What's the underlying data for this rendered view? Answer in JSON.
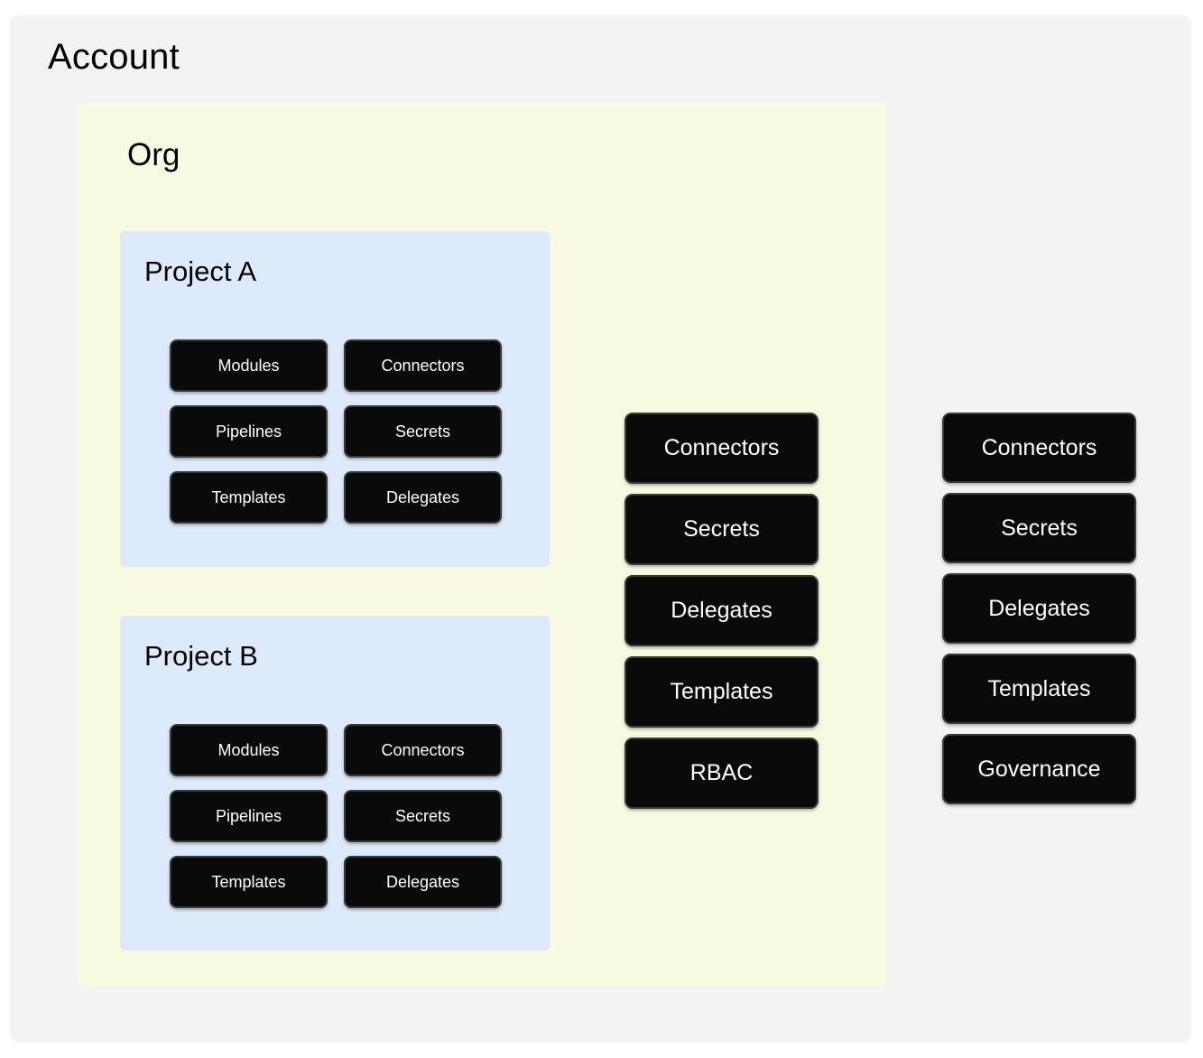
{
  "colors": {
    "page_background": "#FFFFFF",
    "account_background": "#F3F3F3",
    "org_background": "#F7F9E0",
    "project_background": "#DCEAFB",
    "tile_background": "#0A0A0A",
    "tile_border": "#3A3A3A",
    "tile_text": "#FFFFFF",
    "heading_text": "#000000"
  },
  "account": {
    "title": "Account",
    "org": {
      "title": "Org",
      "projects": [
        {
          "title": "Project A",
          "tiles": [
            "Modules",
            "Connectors",
            "Pipelines",
            "Secrets",
            "Templates",
            "Delegates"
          ]
        },
        {
          "title": "Project B",
          "tiles": [
            "Modules",
            "Connectors",
            "Pipelines",
            "Secrets",
            "Templates",
            "Delegates"
          ]
        }
      ],
      "org_level_tiles": [
        "Connectors",
        "Secrets",
        "Delegates",
        "Templates",
        "RBAC"
      ]
    },
    "account_level_tiles": [
      "Connectors",
      "Secrets",
      "Delegates",
      "Templates",
      "Governance"
    ]
  }
}
